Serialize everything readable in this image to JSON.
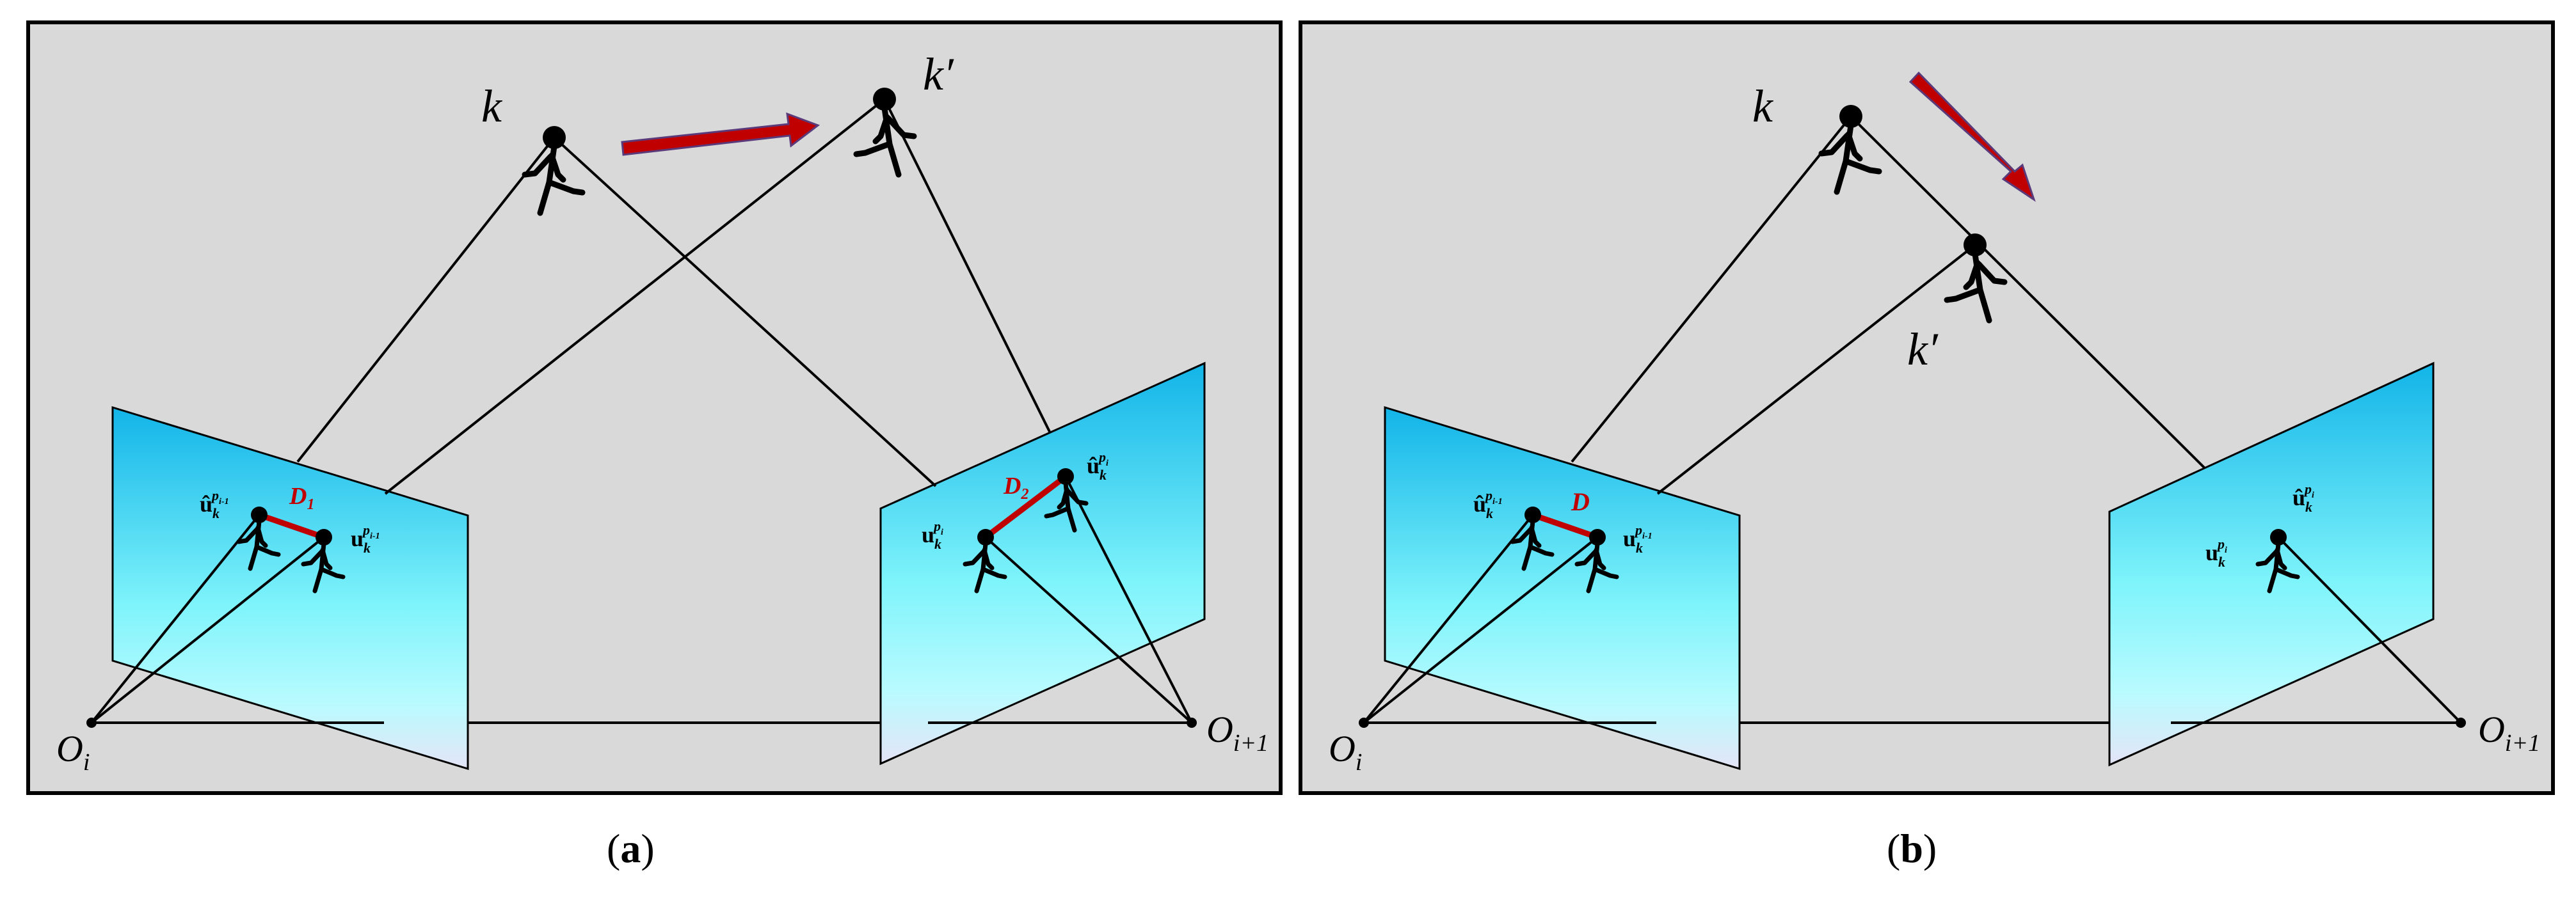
{
  "panels": [
    {
      "id": "a",
      "labels": {
        "k": "k",
        "kprime": "k′",
        "origin_left": "O",
        "origin_left_sub": "i",
        "origin_right": "O",
        "origin_right_sub": "i+1",
        "D": "D",
        "D_sub": "1",
        "D2": "D",
        "D2_sub": "2",
        "uhat_left": "û",
        "u_left": "u",
        "uhat_right": "û",
        "u_right": "u",
        "sub_k": "k",
        "sup_left": "p",
        "sup_left_sub": "i-1",
        "sup_right": "p",
        "sup_right_sub": "i"
      },
      "caption_open": "(",
      "caption_letter": "a",
      "caption_close": ")"
    },
    {
      "id": "b",
      "labels": {
        "k": "k",
        "kprime": "k′",
        "origin_left": "O",
        "origin_left_sub": "i",
        "origin_right": "O",
        "origin_right_sub": "i+1",
        "D": "D",
        "uhat_left": "û",
        "u_left": "u",
        "uhat_right": "û",
        "u_right": "u",
        "sub_k": "k",
        "sup_left": "p",
        "sup_left_sub": "i-1",
        "sup_right": "p",
        "sup_right_sub": "i"
      },
      "caption_open": "(",
      "caption_letter": "b",
      "caption_close": ")"
    }
  ],
  "colors": {
    "background": "#d9d9d9",
    "frame": "#000000",
    "plane_top": "#12b4e8",
    "plane_mid": "#7ff4fb",
    "plane_bottom": "#e4e4f6",
    "arrow_fill": "#c00000",
    "arrow_stroke": "#5a3a7a",
    "distance_line": "#c00000"
  },
  "icons": [
    "stick-figure-icon",
    "motion-arrow-icon"
  ]
}
